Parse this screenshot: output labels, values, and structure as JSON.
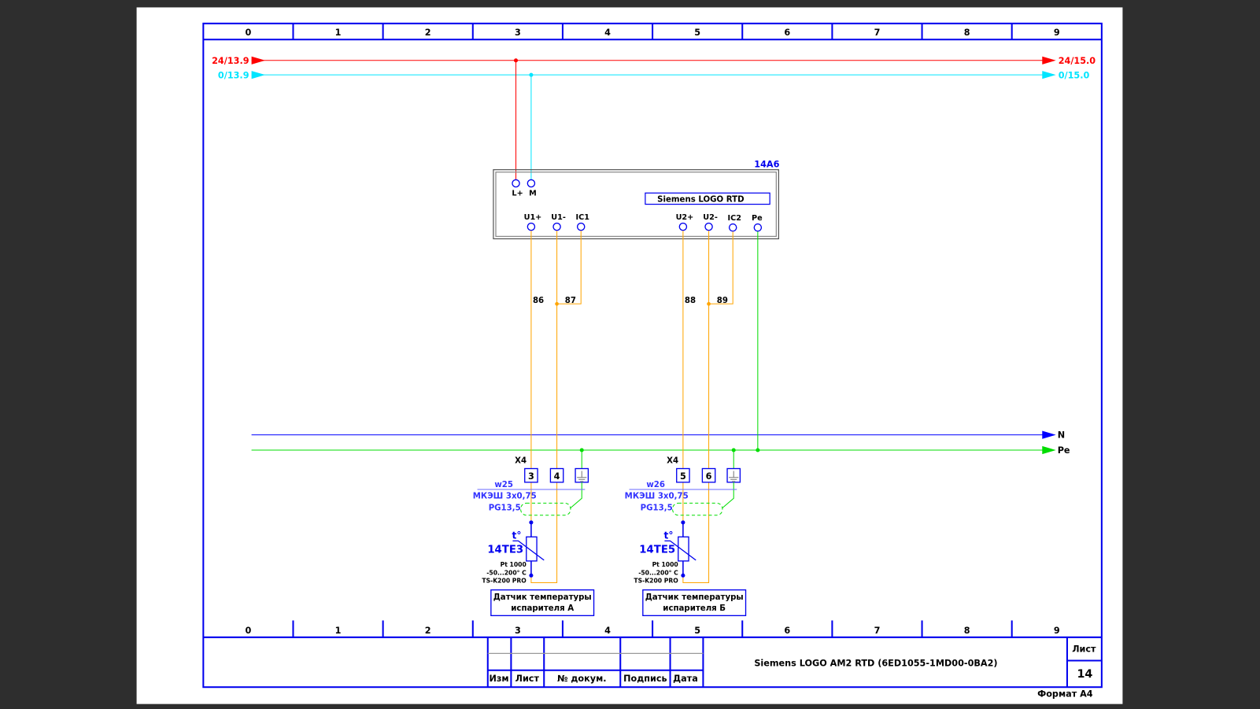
{
  "ruler": [
    "0",
    "1",
    "2",
    "3",
    "4",
    "5",
    "6",
    "7",
    "8",
    "9"
  ],
  "buses": {
    "plus_left": "24/13.9",
    "plus_right": "24/15.0",
    "zero_left": "0/13.9",
    "zero_right": "0/15.0",
    "n_label": "N",
    "pe_label": "Pe"
  },
  "module": {
    "tag": "14A6",
    "name": "Siemens LOGO  RTD",
    "terminals": [
      "L+",
      "M",
      "U1+",
      "U1-",
      "IC1",
      "U2+",
      "U2-",
      "IC2",
      "Pe"
    ]
  },
  "wires": [
    "86",
    "87",
    "88",
    "89"
  ],
  "sensors": [
    {
      "strip": "X4",
      "t1": "3",
      "t2": "4",
      "cable": "w25",
      "cable_type": "МКЭШ 3x0,75",
      "gland": "PG13,5",
      "temp": "t°",
      "tag": "14TE3",
      "type": "Pt 1000",
      "range": "-50...200° C",
      "model": "TS-K200 PRO",
      "desc1": "Датчик температуры",
      "desc2": "испарителя А"
    },
    {
      "strip": "X4",
      "t1": "5",
      "t2": "6",
      "cable": "w26",
      "cable_type": "МКЭШ 3x0,75",
      "gland": "PG13,5",
      "temp": "t°",
      "tag": "14TE5",
      "type": "Pt 1000",
      "range": "-50...200° C",
      "model": "TS-K200 PRO",
      "desc1": "Датчик температуры",
      "desc2": "испарителя Б"
    }
  ],
  "title_block": {
    "headers": [
      "Изм",
      "Лист",
      "№ докум.",
      "Подпись",
      "Дата"
    ],
    "title": "Siemens  LOGO AM2 RTD (6ED1055-1MD00-0BA2)",
    "sheet_label": "Лист",
    "sheet_number": "14",
    "format": "Формат А4"
  },
  "colors": {
    "frame": "#0000ee",
    "plus": "#ff0000",
    "zero": "#00e5ff",
    "signal": "#ffa500",
    "pe": "#00dd00",
    "n": "#0000ff"
  }
}
